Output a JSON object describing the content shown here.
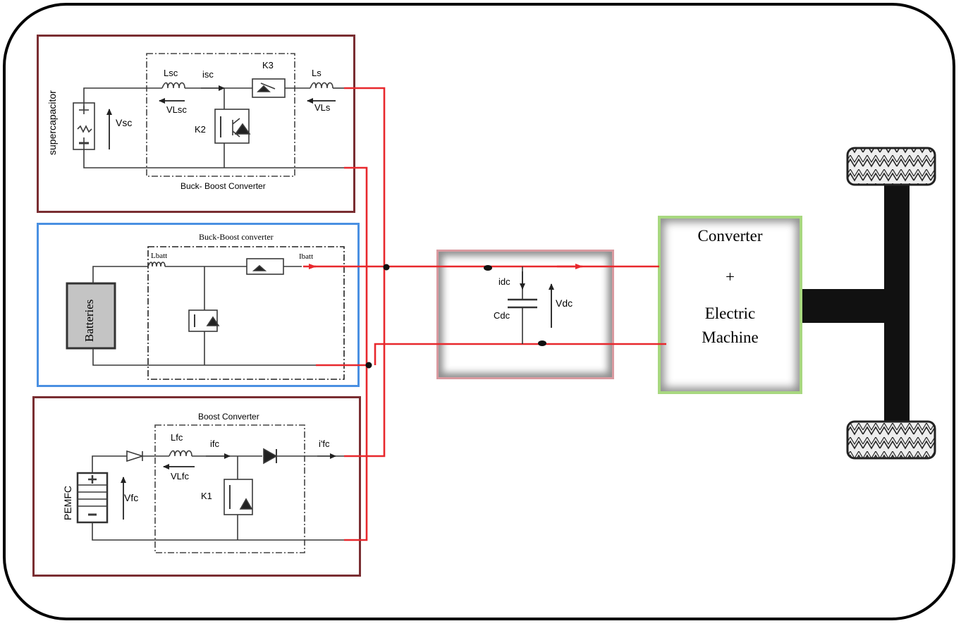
{
  "supercapacitor_module": {
    "converter_title": "Buck- Boost Converter",
    "source_label": "supercapacitor",
    "labels": {
      "L_sc": "Lsc",
      "i_sc": "isc",
      "K3": "K3",
      "L_s": "Ls",
      "V_Lsc": "VLsc",
      "V_Ls": "VLs",
      "K2": "K2",
      "V_sc": "Vsc"
    }
  },
  "battery_module": {
    "converter_title": "Buck-Boost converter",
    "source_label": "Batteries",
    "labels": {
      "L_batt": "Lbatt",
      "I_batt": "Ibatt"
    }
  },
  "fuel_cell_module": {
    "converter_title": "Boost Converter",
    "source_label": "PEMFC",
    "labels": {
      "L_fc": "Lfc",
      "i_fc": "ifc",
      "i_prime_fc": "i'fc",
      "V_Lfc": "VLfc",
      "K1": "K1",
      "V_fc": "Vfc"
    }
  },
  "dc_link": {
    "labels": {
      "i_dc": "idc",
      "C_dc": "Cdc",
      "V_dc": "Vdc"
    }
  },
  "converter_block": {
    "line1": "Converter",
    "line2": "+",
    "line3": "Electric",
    "line4": "Machine"
  },
  "colors": {
    "bus_wire": "#e8282d",
    "circuit_wire": "#3a3a3a",
    "supercap_border": "#7a2e32",
    "battery_border": "#4a90e2",
    "dclink_border": "#d99aa0",
    "converter_border": "#a8d880"
  }
}
